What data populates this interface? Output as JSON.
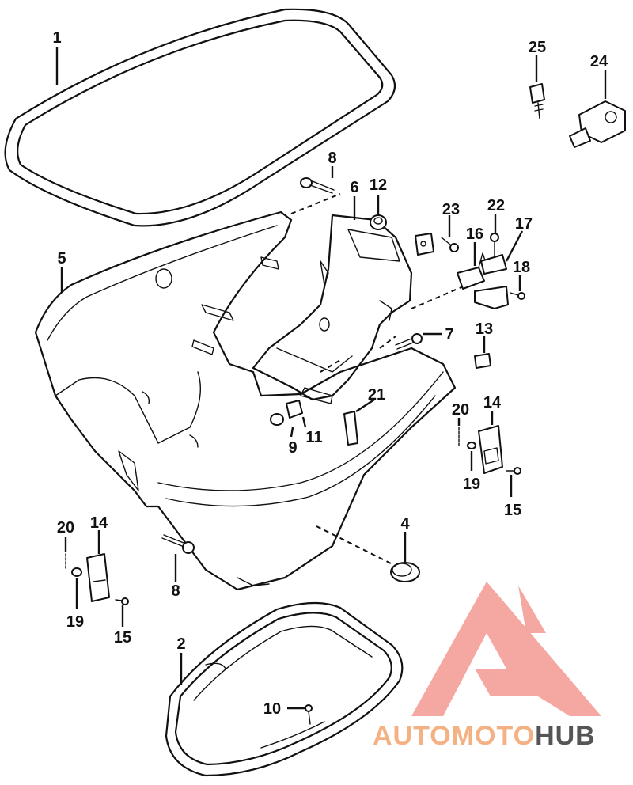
{
  "callouts": [
    {
      "id": "c1",
      "label": "1"
    },
    {
      "id": "c2",
      "label": "2"
    },
    {
      "id": "c4",
      "label": "4"
    },
    {
      "id": "c5",
      "label": "5"
    },
    {
      "id": "c6",
      "label": "6"
    },
    {
      "id": "c7",
      "label": "7"
    },
    {
      "id": "c8a",
      "label": "8"
    },
    {
      "id": "c8b",
      "label": "8"
    },
    {
      "id": "c9",
      "label": "9"
    },
    {
      "id": "c10",
      "label": "10"
    },
    {
      "id": "c11",
      "label": "11"
    },
    {
      "id": "c12",
      "label": "12"
    },
    {
      "id": "c13",
      "label": "13"
    },
    {
      "id": "c14a",
      "label": "14"
    },
    {
      "id": "c14b",
      "label": "14"
    },
    {
      "id": "c15a",
      "label": "15"
    },
    {
      "id": "c15b",
      "label": "15"
    },
    {
      "id": "c16",
      "label": "16"
    },
    {
      "id": "c17",
      "label": "17"
    },
    {
      "id": "c18",
      "label": "18"
    },
    {
      "id": "c19a",
      "label": "19"
    },
    {
      "id": "c19b",
      "label": "19"
    },
    {
      "id": "c20a",
      "label": "20"
    },
    {
      "id": "c20b",
      "label": "20"
    },
    {
      "id": "c21",
      "label": "21"
    },
    {
      "id": "c22",
      "label": "22"
    },
    {
      "id": "c23",
      "label": "23"
    },
    {
      "id": "c24",
      "label": "24"
    },
    {
      "id": "c25",
      "label": "25"
    }
  ],
  "watermark": {
    "part1": "AUTOMOTO",
    "part2": "HUB",
    "color_primary": "#f28b82",
    "color_secondary": "#f4b183",
    "color_dark": "#555555"
  }
}
